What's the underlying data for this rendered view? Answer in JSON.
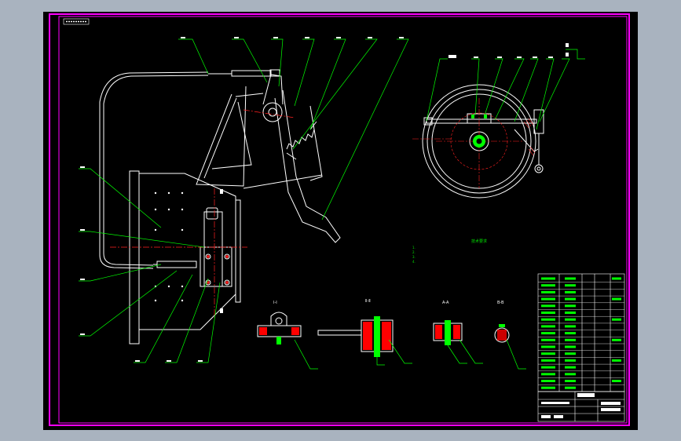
{
  "drawing": {
    "colors": {
      "frame": "#ff00ff",
      "outline": "#ffffff",
      "leader": "#00ff00",
      "centerline": "#ff2020",
      "hatch": "#ff0000",
      "background": "#000000"
    },
    "sections": {
      "a": "Ⅰ-Ⅰ",
      "b": "Ⅱ-Ⅱ",
      "c": "A-A",
      "d": "B-B"
    },
    "tech_requirements": {
      "title": "技术要求",
      "lines": [
        "1. ",
        "2. ",
        "3. ",
        "4. "
      ]
    }
  }
}
